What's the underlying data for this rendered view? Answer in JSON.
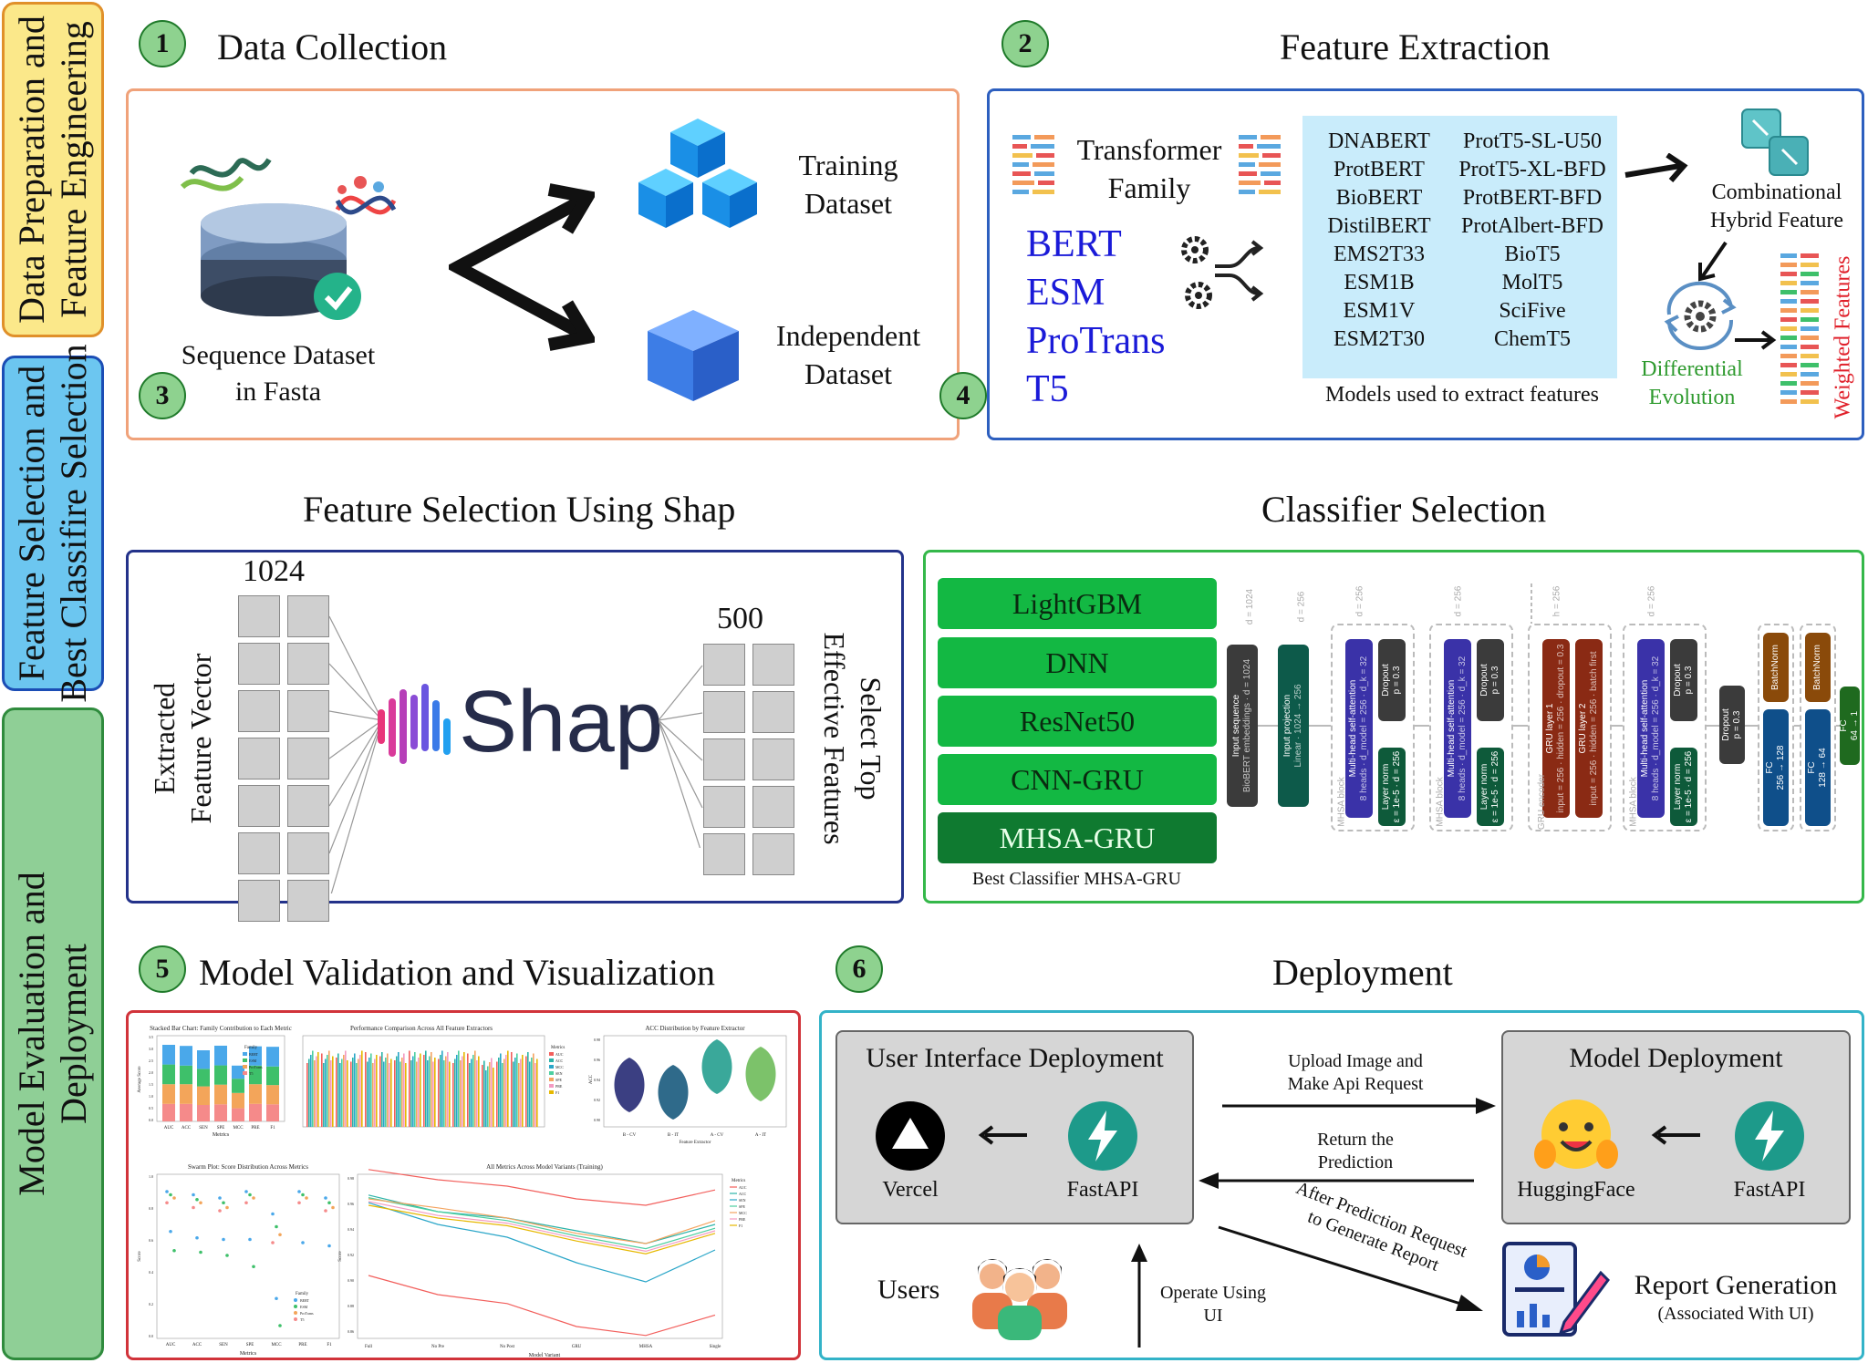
{
  "sidebar": {
    "phase1": "Data Preparation and Feature Engineering",
    "phase1_line1": "Data Preparation and",
    "phase1_line2": "Feature Engineering",
    "phase2_line1": "Feature Selection and",
    "phase2_line2": "Best Classifire Selection",
    "phase3_line1": "Model Evaluation and",
    "phase3_line2": "Deployment",
    "colors": {
      "phase1": "#fbe88a",
      "phase2": "#6cc6f0",
      "phase3": "#8fcf96"
    }
  },
  "steps": [
    {
      "num": "1",
      "title": "Data Collection"
    },
    {
      "num": "2",
      "title": "Feature Extraction"
    },
    {
      "num": "3",
      "title": "Feature Selection Using Shap"
    },
    {
      "num": "4",
      "title": "Classifier Selection"
    },
    {
      "num": "5",
      "title": "Model Validation and Visualization"
    },
    {
      "num": "6",
      "title": "Deployment"
    }
  ],
  "data_collection": {
    "source_line1": "Sequence Dataset",
    "source_line2": "in Fasta",
    "training_line1": "Training",
    "training_line2": "Dataset",
    "independent_line1": "Independent",
    "independent_line2": "Dataset"
  },
  "feature_extraction": {
    "family_line1": "Transformer",
    "family_line2": "Family",
    "families": [
      "BERT",
      "ESM",
      "ProTrans",
      "T5"
    ],
    "models_left": [
      "DNABERT",
      "ProtBERT",
      "BioBERT",
      "DistilBERT",
      "EMS2T33",
      "ESM1B",
      "ESM1V",
      "ESM2T30"
    ],
    "models_right": [
      "ProtT5-SL-U50",
      "ProtT5-XL-BFD",
      "ProtBERT-BFD",
      "ProtAlbert-BFD",
      "BioT5",
      "MolT5",
      "SciFive",
      "ChemT5"
    ],
    "models_caption": "Models used to extract features",
    "combo_line1": "Combinational",
    "combo_line2": "Hybrid  Feature",
    "de_line1": "Differential",
    "de_line2": "Evolution",
    "weighted": "Weighted Features",
    "colors": {
      "family_text": "#1a1ad8",
      "de_text": "#2e9a2e",
      "weighted_text": "#e0202a",
      "models_bg": "#c9ecfb"
    }
  },
  "feature_selection": {
    "input_count": "1024",
    "output_count": "500",
    "left_label_line1": "Extracted",
    "left_label_line2": "Feature Vector",
    "right_label_line1": "Select Top",
    "right_label_line2": "Effective Features",
    "logo_text": "Shap"
  },
  "classifier": {
    "options": [
      "LightGBM",
      "DNN",
      "ResNet50",
      "CNN-GRU",
      "MHSA-GRU"
    ],
    "best_caption": "Best Classifier MHSA-GRU",
    "arch": {
      "input_seq": "Input sequence",
      "input_seq_sub": "BioBERT embeddings · d = 1024",
      "proj": "Input projection",
      "proj_sub": "Linear · 1024 → 256",
      "mhsa": "Multi-head self-attention",
      "mhsa_sub": "8 heads · d_model = 256 · d_k = 32",
      "dropout": "Dropout",
      "dropout_sub": "p = 0.3",
      "layernorm": "Layer norm",
      "layernorm_sub": "ε = 1e-5 · d = 256",
      "gru1": "GRU layer 1",
      "gru1_sub": "input = 256 · hidden = 256 · dropout = 0.3",
      "gru2": "GRU layer 2",
      "gru2_sub": "input = 256 · hidden = 256 · batch first",
      "mhsa_n": "Multi-head self-attention",
      "bn1": "BatchNorm",
      "bn2": "BatchNorm",
      "fc1": "FC",
      "fc1_sub": "256 → 128",
      "fc2": "FC",
      "fc2_sub": "128 → 64",
      "fc3": "FC",
      "fc3_sub": "64 → 1",
      "dims": [
        "d = 1024",
        "d = 256",
        "d = 256",
        "d = 256",
        "h = 256",
        "d = 256"
      ],
      "block_labels": [
        "MHSA block",
        "MHSA block",
        "GRU encoder",
        "MHSA block"
      ]
    }
  },
  "validation": {
    "chart1_title": "Stacked Bar Chart: Family Contribution to Each Metric",
    "chart1_ylabel": "Average Score",
    "chart1_xlabel": "Metrics",
    "chart2_title": "Performance Comparison Across All Feature Extractors",
    "chart3_title": "ACC Distribution by Feature Extractor",
    "chart3_xlabel": "Feature Extractor",
    "chart3_ylabel": "ACC",
    "chart4_title": "Swarm Plot: Score Distribution Across Metrics",
    "chart4_ylabel": "Score",
    "chart4_xlabel": "Metrics",
    "chart5_title": "All Metrics Across Model Variants (Training)",
    "chart5_ylabel": "Score",
    "chart5_xlabel": "Model Variant",
    "legend_family_title": "Family",
    "legend_metrics_title": "Metrics",
    "families": [
      "BERT",
      "ESM",
      "ProTrans",
      "T5"
    ],
    "metrics": [
      "AUC",
      "ACC",
      "SEN",
      "SPE",
      "MCC",
      "PRE",
      "F1"
    ],
    "metrics_legend": [
      "AUC",
      "ACC",
      "MCC",
      "SEN",
      "SPE",
      "PRE",
      "F1"
    ],
    "violin_cats": [
      "B - CV",
      "B - IT",
      "A - CV",
      "A - IT"
    ],
    "variants": [
      "Full",
      "No Pre",
      "No Post",
      "GRU",
      "MHSA",
      "Single"
    ],
    "chart5_yticks": [
      "0.98",
      "0.96",
      "0.94",
      "0.92",
      "0.90",
      "0.88",
      "0.86"
    ],
    "chart4_yticks": [
      "1.0",
      "0.8",
      "0.6",
      "0.4",
      "0.2",
      "0.0"
    ],
    "chart1_yticks": [
      "3.5",
      "3.0",
      "2.5",
      "2.0",
      "1.5",
      "1.0",
      "0.5",
      "0.0"
    ],
    "chart3_yticks": [
      "0.98",
      "0.96",
      "0.94",
      "0.92",
      "0.90"
    ],
    "stack_colors": [
      "#4aa8ea",
      "#3ec06a",
      "#f3a55a",
      "#f58a8a"
    ],
    "metric_colors": [
      "#f25f5c",
      "#2bb3a8",
      "#2aa6c8",
      "#4ccfa0",
      "#f4a460",
      "#f39ac2",
      "#e6b800"
    ]
  },
  "deployment": {
    "ui_title": "User Interface Deployment",
    "vercel": "Vercel",
    "fastapi_1": "FastAPI",
    "model_title": "Model Deployment",
    "huggingface": "HuggingFace",
    "fastapi_2": "FastAPI",
    "upload_line1": "Upload Image and",
    "upload_line2": "Make Api Request",
    "return_line1": "Return the",
    "return_line2": "Prediction",
    "after_line1": "After Prediction Request",
    "after_line2": "to Generate Report",
    "users": "Users",
    "operate_line1": "Operate Using",
    "operate_line2": "UI",
    "report_title": "Report Generation",
    "report_sub": "(Associated With UI)"
  }
}
